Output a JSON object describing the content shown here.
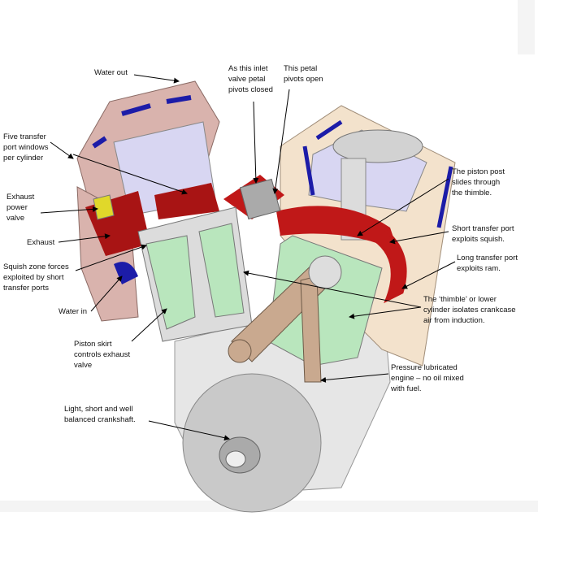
{
  "labels": {
    "water_out": [
      "Water out"
    ],
    "inlet_closed": [
      "As this inlet",
      "valve petal",
      "pivots closed"
    ],
    "petal_open": [
      "This petal",
      "pivots open"
    ],
    "transfer_windows": [
      "Five transfer",
      "port windows",
      "per cylinder"
    ],
    "power_valve": [
      "Exhaust",
      "power",
      "valve"
    ],
    "exhaust": [
      "Exhaust"
    ],
    "squish": [
      "Squish zone forces",
      "exploited by short",
      "transfer ports"
    ],
    "water_in": [
      "Water in"
    ],
    "piston_skirt": [
      "Piston skirt",
      "controls exhaust",
      "valve"
    ],
    "crankshaft": [
      "Light, short and well",
      "balanced crankshaft."
    ],
    "piston_post": [
      "The piston post",
      "slides through",
      "the thimble."
    ],
    "short_transfer": [
      "Short transfer port",
      "exploits squish."
    ],
    "long_transfer": [
      "Long transfer port",
      "exploits ram."
    ],
    "thimble": [
      "The ‘thimble’ or lower",
      "cylinder isolates crankcase",
      "air from induction."
    ],
    "lubrication": [
      "Pressure lubricated",
      "engine – no oil mixed",
      "with fuel."
    ]
  },
  "colors": {
    "head": "#d9b3ad",
    "cylinder": "#d8d6f2",
    "casing": "#f3e2cc",
    "transfer": "#c01818",
    "water": "#1c1ca8",
    "thimble": "#b9e6bd",
    "crank": "#c9c9c9",
    "rod": "#c9a98f",
    "valve": "#e0d82a"
  }
}
